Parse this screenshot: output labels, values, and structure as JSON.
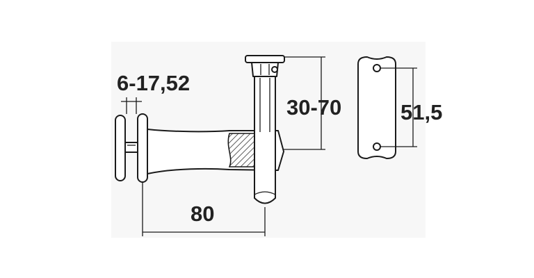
{
  "drawing": {
    "dimensions": {
      "glass_thickness": "6-17,52",
      "height_adjust": "30-70",
      "hole_spacing": "51,5",
      "projection": "80"
    }
  }
}
